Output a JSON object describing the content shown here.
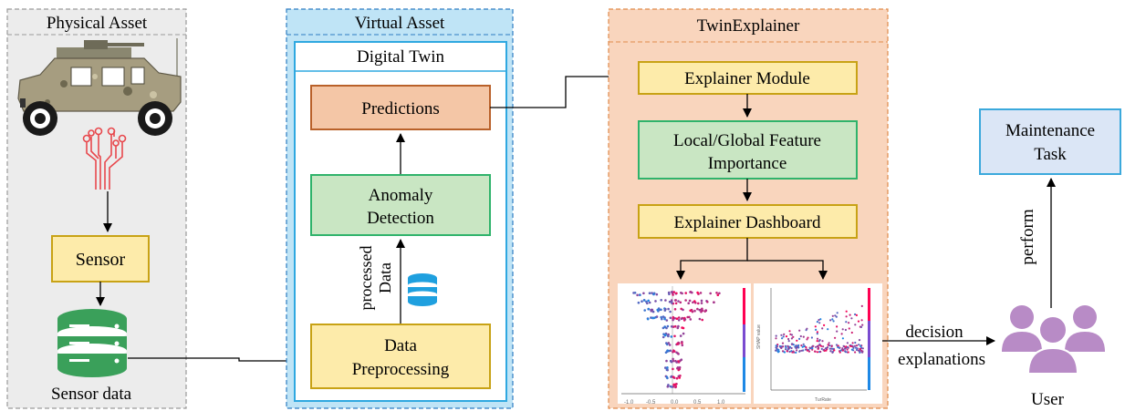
{
  "panels": {
    "physical": {
      "title": "Physical Asset"
    },
    "virtual": {
      "title": "Virtual Asset",
      "inner_title": "Digital Twin"
    },
    "twinexplainer": {
      "title": "TwinExplainer"
    }
  },
  "nodes": {
    "sensor": "Sensor",
    "sensor_data": "Sensor data",
    "predictions": "Predictions",
    "anomaly_line1": "Anomaly",
    "anomaly_line2": "Detection",
    "preproc_line1": "Data",
    "preproc_line2": "Preprocessing",
    "explainer_module": "Explainer Module",
    "feature_line1": "Local/Global Feature",
    "feature_line2": "Importance",
    "explainer_dashboard": "Explainer Dashboard",
    "maintenance_line1": "Maintenance",
    "maintenance_line2": "Task",
    "user": "User"
  },
  "edge_labels": {
    "processed_line1": "processed",
    "processed_line2": "Data",
    "decision_line1": "decision",
    "decision_line2": "explanations",
    "perform": "perform"
  },
  "colors": {
    "physical_bg": "#ececec",
    "virtual_bg": "#bfe4f6",
    "twin_bg": "#f9d5bd",
    "yellow_box": "#fdebaa",
    "yellow_border": "#c8a215",
    "green_box": "#c9e6c3",
    "green_border": "#2fb36b",
    "orange_box": "#f4c6a6",
    "orange_border": "#b9612a",
    "blue_box": "#dbe6f6",
    "blue_border": "#3ba9dc",
    "purple": "#b88bc6",
    "circuit": "#e8474c",
    "db_green": "#3aa05a",
    "db_blue": "#1fa0df"
  }
}
